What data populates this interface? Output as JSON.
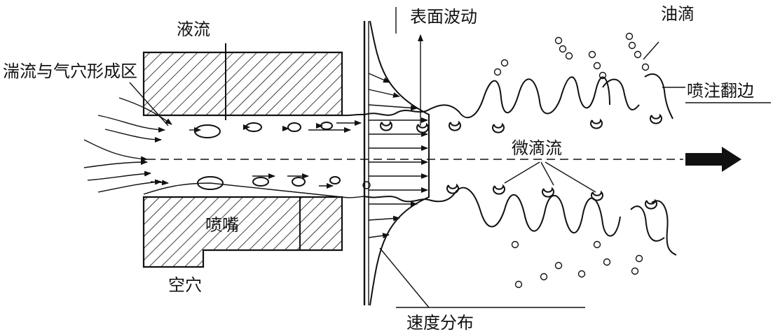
{
  "labels": {
    "liquid_flow": "液流",
    "turbulence_zone": "湍流与气穴形成区",
    "surface_wave": "表面波动",
    "oil_droplets": "油滴",
    "spray_rim": "喷注翻边",
    "micro_droplet_flow": "微滴流",
    "nozzle": "喷嘴",
    "cavitation": "空穴",
    "velocity_profile": "速度分布"
  },
  "colors": {
    "ink": "#111111",
    "background": "#ffffff"
  }
}
